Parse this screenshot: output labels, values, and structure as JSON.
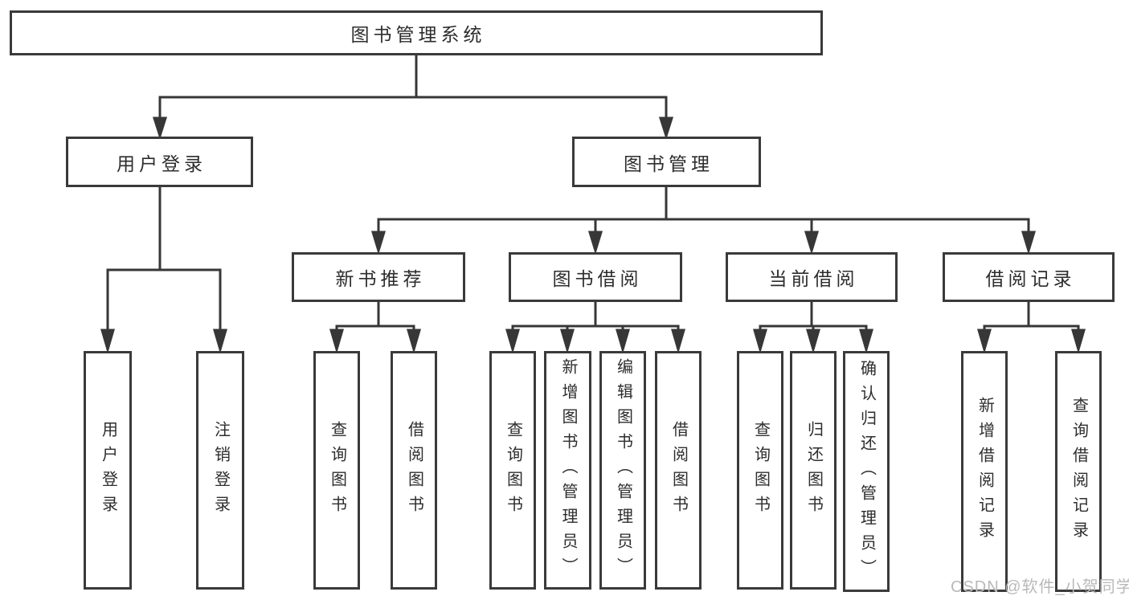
{
  "tree": {
    "label": "图书管理系统",
    "children": [
      {
        "label": "用户登录",
        "children": [
          {
            "label": "用户登录"
          },
          {
            "label": "注销登录"
          }
        ]
      },
      {
        "label": "图书管理",
        "children": [
          {
            "label": "新书推荐",
            "children": [
              {
                "label": "查询图书"
              },
              {
                "label": "借阅图书"
              }
            ]
          },
          {
            "label": "图书借阅",
            "children": [
              {
                "label": "查询图书"
              },
              {
                "label": "新增图书（管理员）"
              },
              {
                "label": "编辑图书（管理员）"
              },
              {
                "label": "借阅图书"
              }
            ]
          },
          {
            "label": "当前借阅",
            "children": [
              {
                "label": "查询图书"
              },
              {
                "label": "归还图书"
              },
              {
                "label": "确认归还（管理员）"
              }
            ]
          },
          {
            "label": "借阅记录",
            "children": [
              {
                "label": "新增借阅记录"
              },
              {
                "label": "查询借阅记录"
              }
            ]
          }
        ]
      }
    ]
  },
  "watermark": {
    "text": "CSDN @软件_小贺同学"
  },
  "colors": {
    "box_border": "#3a3a3a",
    "connector": "#373737",
    "text": "#2d2d2d",
    "watermark": "#b9b9b9",
    "background": "#ffffff"
  }
}
